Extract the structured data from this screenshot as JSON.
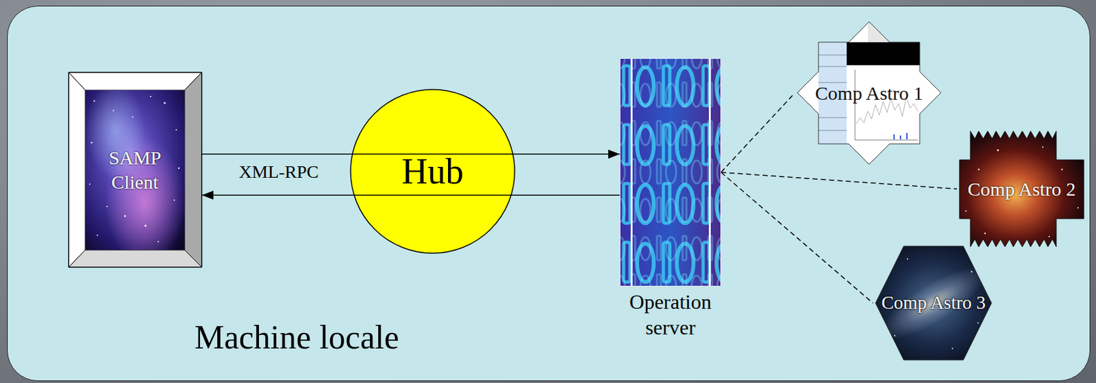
{
  "diagram": {
    "nodes": [
      {
        "text": [
          "Machine locale"
        ]
      },
      {
        "text": [
          "SAMP Client"
        ],
        "in": 0
      },
      {
        "text": [
          "Hub"
        ],
        "in": 0
      },
      {
        "text": [
          "Operation server"
        ],
        "in": 0
      },
      {
        "text": [
          "Comp Astro 1"
        ],
        "in": 0
      },
      {
        "text": [
          "Comp Astro 2"
        ],
        "in": 0
      },
      {
        "text": [
          "Comp Astro 3"
        ],
        "in": 0
      }
    ],
    "edges": [
      {
        "from": 1,
        "to": 3,
        "arrow": "to"
      },
      {
        "from": 3,
        "to": 1,
        "arrow": "to"
      },
      {
        "from": 3,
        "to": 4,
        "arrow": "none"
      },
      {
        "from": 3,
        "to": 5,
        "arrow": "none"
      },
      {
        "from": 3,
        "to": 6,
        "arrow": "none"
      }
    ],
    "labels": [
      "XML-RPC"
    ]
  }
}
